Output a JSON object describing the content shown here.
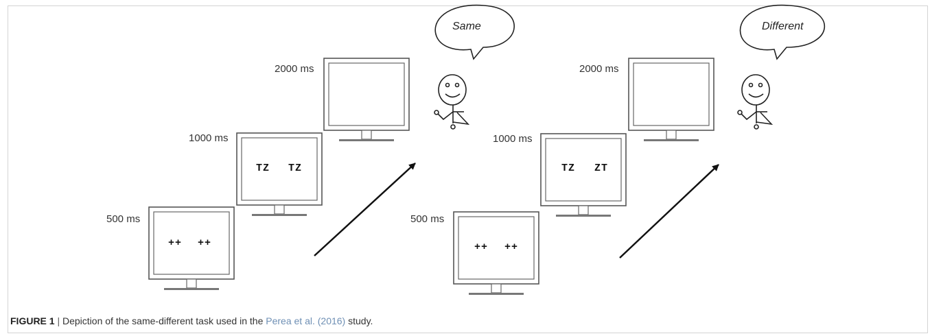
{
  "panels": [
    {
      "screens": [
        {
          "time": "500 ms",
          "stimulus": [
            "++",
            "++"
          ]
        },
        {
          "time": "1000 ms",
          "stimulus": [
            "TZ",
            "TZ"
          ]
        },
        {
          "time": "2000 ms",
          "stimulus": []
        }
      ],
      "response": "Same"
    },
    {
      "screens": [
        {
          "time": "500 ms",
          "stimulus": [
            "++",
            "++"
          ]
        },
        {
          "time": "1000 ms",
          "stimulus": [
            "TZ",
            "ZT"
          ]
        },
        {
          "time": "2000 ms",
          "stimulus": []
        }
      ],
      "response": "Different"
    }
  ],
  "caption": {
    "figure_label": "FIGURE 1",
    "separator": "|",
    "text_before": "Depiction of the same-different task used in the",
    "link": "Perea et al. (2016)",
    "text_after": "study."
  },
  "colors": {
    "monitor_stroke": "#555555",
    "monitor_inner": "#777777",
    "link": "#6e8fb4",
    "frame": "#d3d3d3"
  },
  "icons": [
    "monitor-icon",
    "stick-figure-icon",
    "speech-bubble-icon",
    "arrow-icon"
  ]
}
